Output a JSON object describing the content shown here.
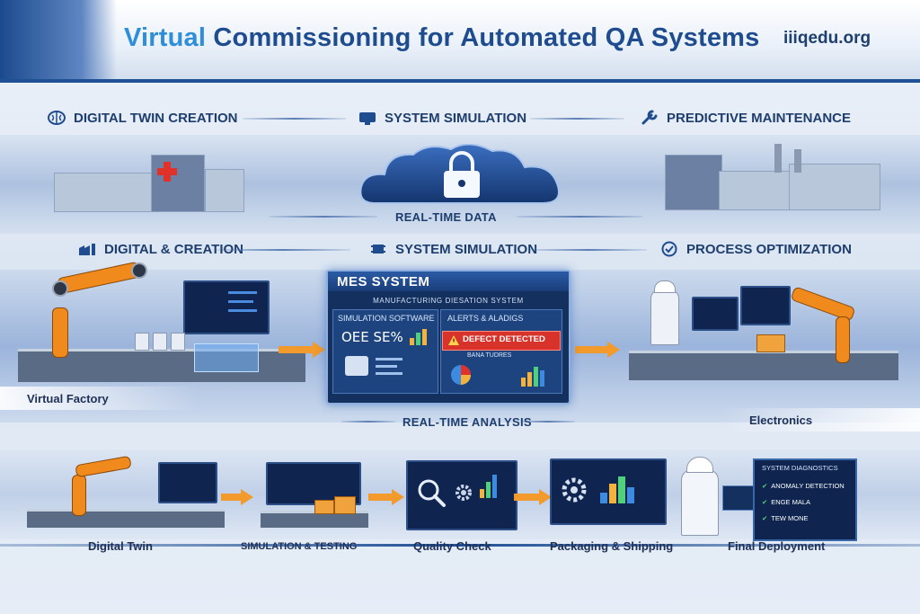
{
  "header": {
    "title_accent": "Virtual",
    "title_rest": "Commissioning for Automated QA Systems",
    "site": "iiiqedu.org"
  },
  "row1": {
    "stages": [
      "DIGITAL TWIN CREATION",
      "SYSTEM SIMULATION",
      "PREDICTIVE MAINTENANCE"
    ],
    "flow_label": "REAL-TIME DATA"
  },
  "row2": {
    "stages": [
      "DIGITAL & CREATION",
      "SYSTEM SIMULATION",
      "PROCESS OPTIMIZATION"
    ],
    "left_label": "Virtual Factory",
    "right_label": "Electronics",
    "flow_label": "REAL-TIME ANALYSIS"
  },
  "mes": {
    "title": "MES SYSTEM",
    "subtitle": "MANUFACTURING DIESATION SYSTEM",
    "left_pane_label": "SIMULATION SOFTWARE",
    "right_pane_label": "ALERTS & ALADIGS",
    "metric": "OEE SE%",
    "alert_text": "DEFECT DETECTED",
    "alert_sub": "BANA TUDRES"
  },
  "row3": {
    "steps": [
      "Digital Twin",
      "SIMULATION & TESTING",
      "Quality Check",
      "Packaging & Shipping",
      "Final Deployment"
    ],
    "panel_header": "SYSTEM DIAGNOSTICS",
    "panel_items": [
      "ANOMALY DETECTION",
      "ENGE MALA",
      "TEW MONE"
    ]
  },
  "colors": {
    "brand_blue": "#1e4c8f",
    "accent_blue": "#2f8ed8",
    "orange": "#f29a2b",
    "alert_red": "#d7332a"
  }
}
